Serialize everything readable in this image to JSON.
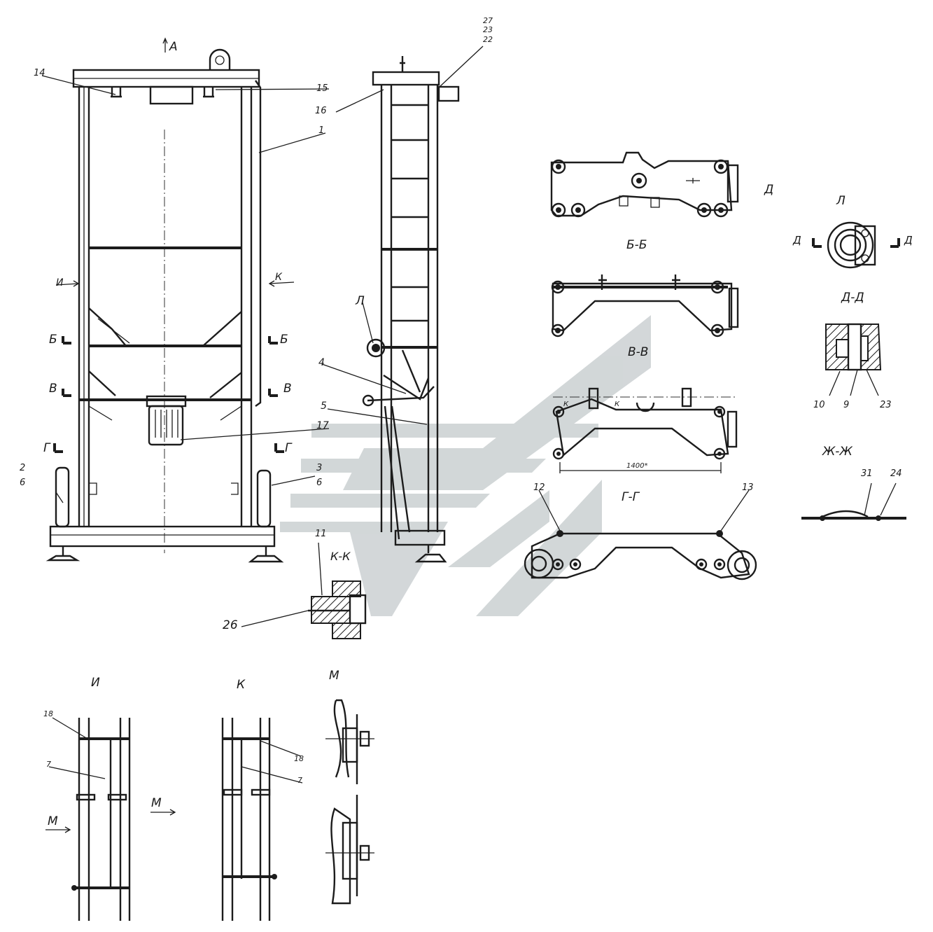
{
  "colors": {
    "ink": "#1c1c1c",
    "watermark": "#c4cacc",
    "paper": "#ffffff"
  },
  "watermark": {
    "name": "logo-chevrons"
  },
  "labels": {
    "viewA": "А",
    "n14": "14",
    "n15": "15",
    "n16": "16",
    "n1": "1",
    "n27": "27",
    "n23a": "23",
    "n22": "22",
    "secI": "И",
    "secK": "К",
    "secB1": "Б",
    "secB2": "Б",
    "secV1": "В",
    "secV2": "В",
    "secG1": "Г",
    "secG2": "Г",
    "n2": "2",
    "n6a": "6",
    "n3": "3",
    "n6b": "6",
    "n4": "4",
    "n5": "5",
    "n17": "17",
    "viewL": "Л",
    "n11": "11",
    "n26": "26",
    "kk": "К-К",
    "viewD": "Д",
    "bb": "Б-Б",
    "vv": "В-В",
    "gg": "Г-Г",
    "n12": "12",
    "n13": "13",
    "dim1400": "1400*",
    "L": "Л",
    "D1": "Д",
    "D2": "Д",
    "dd": "Д-Д",
    "n10": "10",
    "n9": "9",
    "n23b": "23",
    "zhzh": "Ж-Ж",
    "n31": "31",
    "n24": "24",
    "kInner1": "К",
    "kInner2": "К",
    "viewI": "И",
    "viewK": "К",
    "viewM": "М",
    "n18a": "18",
    "n7a": "7",
    "arrM1": "М",
    "arrM2": "М",
    "n18b": "18",
    "n7b": "7"
  }
}
